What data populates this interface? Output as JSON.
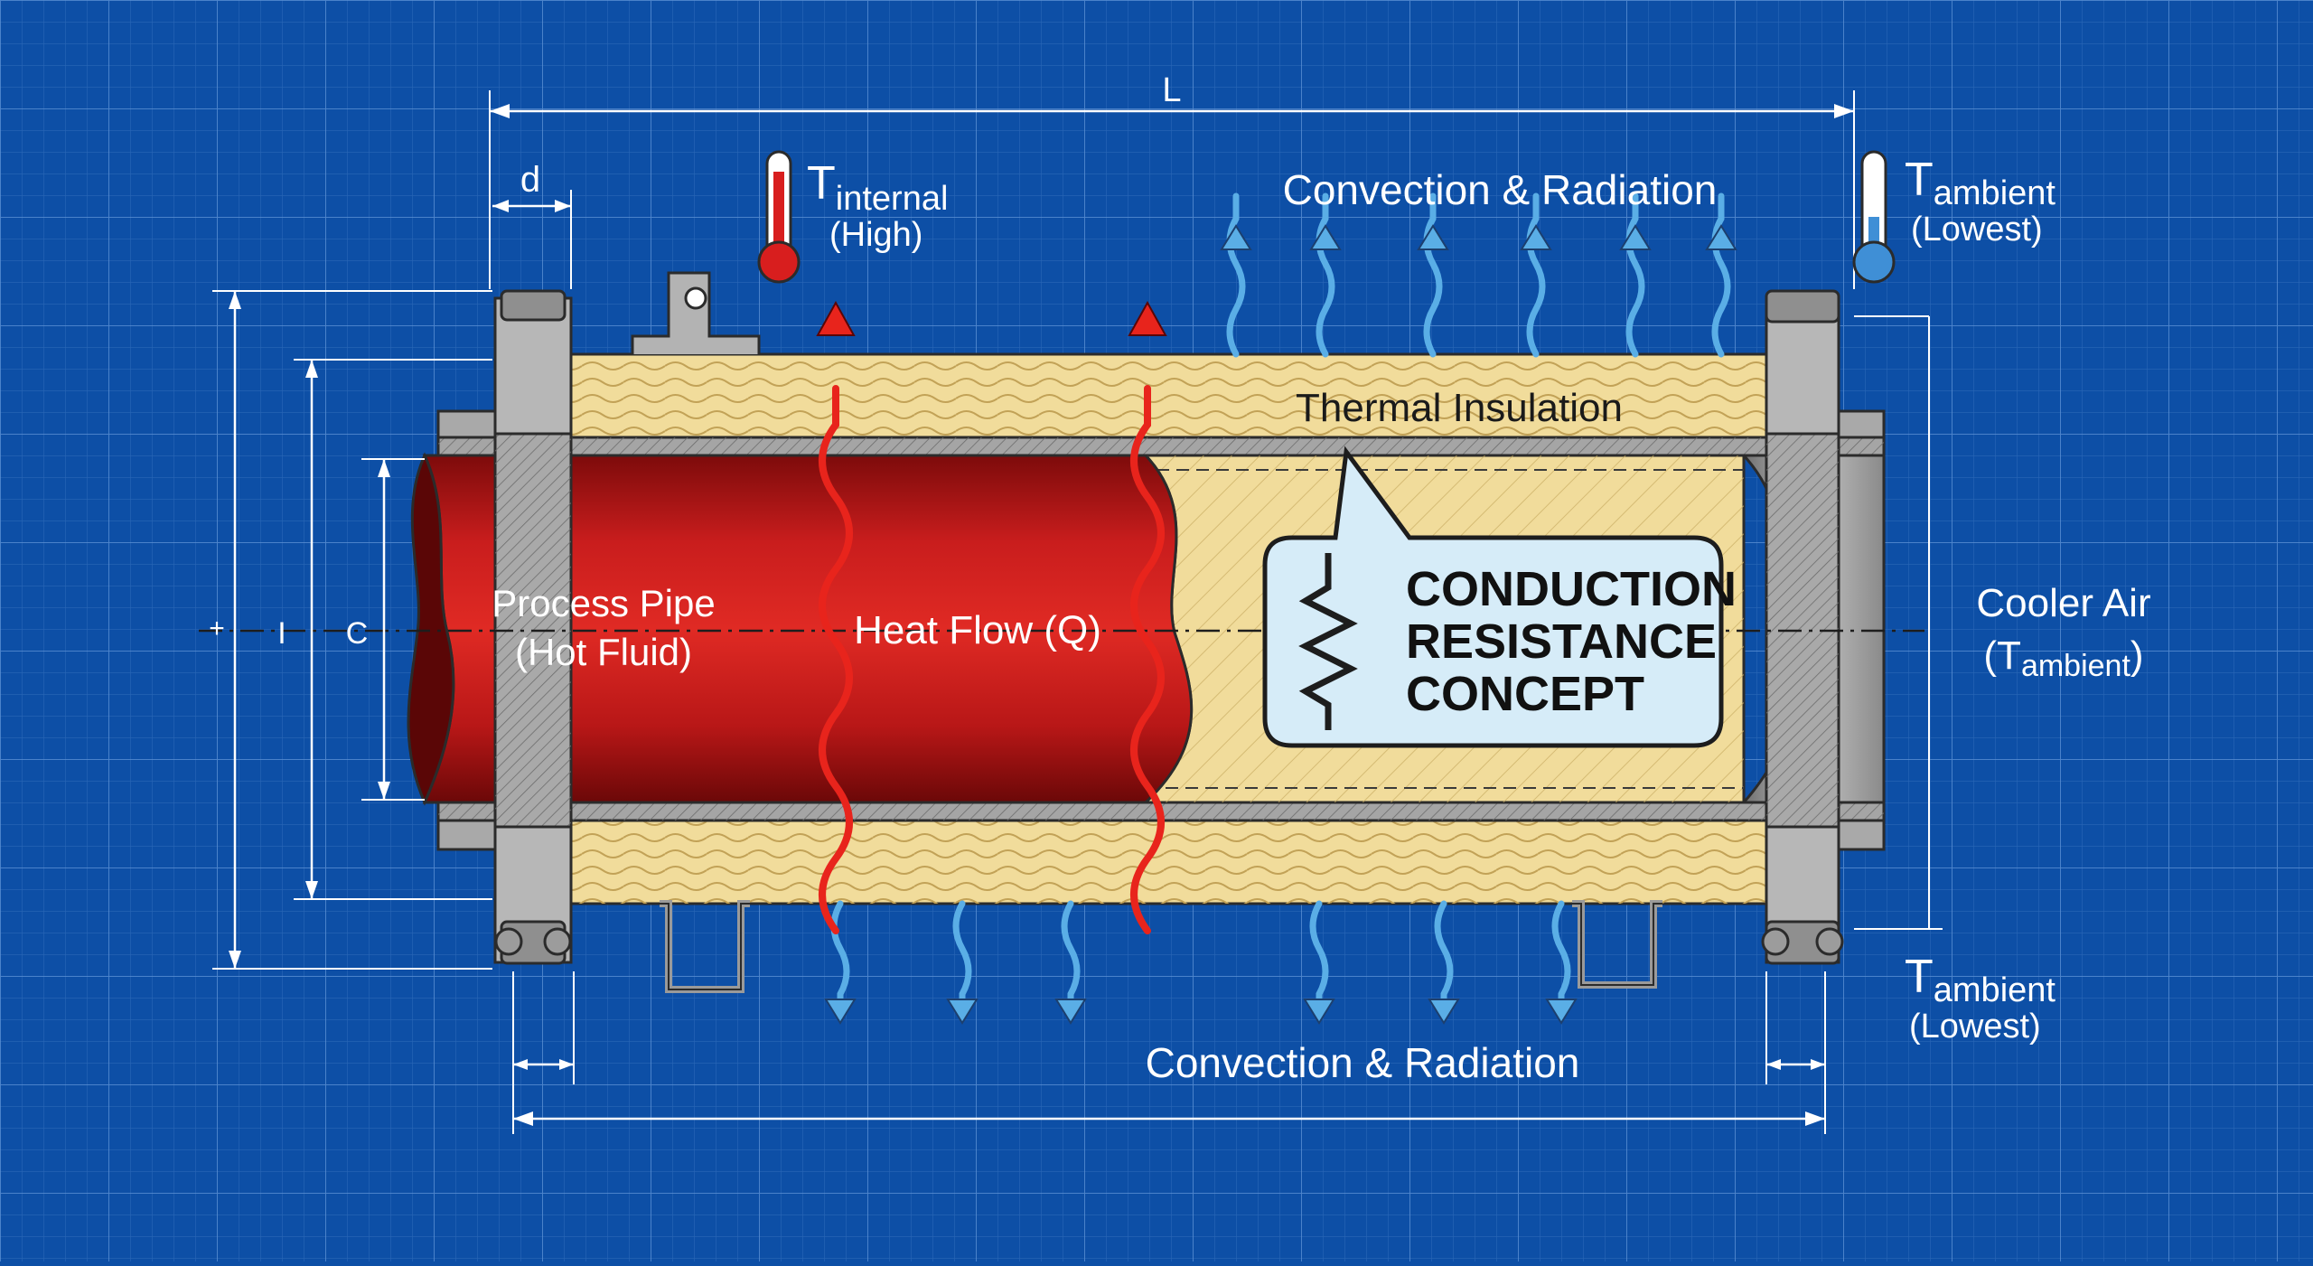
{
  "dimensions": {
    "length_label": "L",
    "flange_width_label": "d",
    "outer_diameter_label": "+",
    "inner_diameter_label": "C",
    "middle_mark": "I"
  },
  "thermometer_internal": {
    "symbol": "T",
    "subscript": "internal",
    "note": "(High)",
    "color": "#d81e1e"
  },
  "thermometer_ambient": {
    "symbol": "T",
    "subscript": "ambient",
    "note": "(Lowest)",
    "color": "#3f8fd6"
  },
  "ambient_bottom": {
    "symbol": "T",
    "subscript": "ambient",
    "note": "(Lowest)"
  },
  "convection_top": "Convection & Radiation",
  "convection_bottom": "Convection & Radiation",
  "thermal_insulation": "Thermal Insulation",
  "process_pipe": {
    "line1": "Process Pipe",
    "line2": "(Hot Fluid)"
  },
  "heat_flow": "Heat Flow (Q)",
  "callout": {
    "line1": "CONDUCTION",
    "line2": "RESISTANCE",
    "line3": "CONCEPT",
    "icon": "resistor-icon"
  },
  "cooler_air": {
    "line1": "Cooler Air",
    "symbol": "(T",
    "subscript": "ambient",
    "close": ")"
  },
  "colors": {
    "background": "#0d4fa6",
    "pipe_red": "#c41a1a",
    "insulation": "#f1dc9b",
    "steel": "#9b9b9b",
    "heat_arrow": "#e8241c",
    "cool_arrow": "#5aaee6",
    "callout_fill": "#d6ecf8"
  }
}
